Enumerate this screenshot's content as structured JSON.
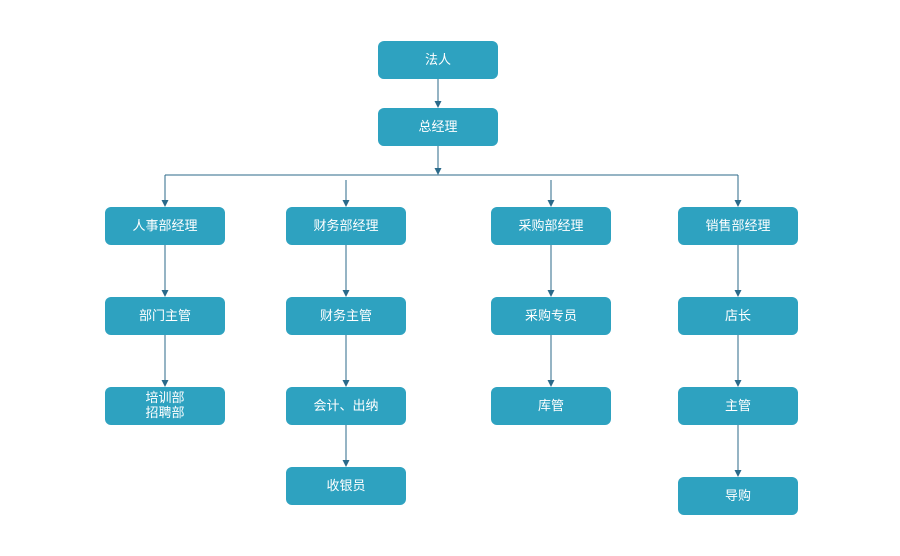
{
  "diagram": {
    "colors": {
      "node_fill": "#2ea2c0",
      "node_text": "#ffffff",
      "edge": "#2b6a8a"
    },
    "nodes": {
      "legal_person": "法人",
      "general_manager": "总经理",
      "hr_manager": "人事部经理",
      "finance_manager": "财务部经理",
      "purchasing_manager": "采购部经理",
      "sales_manager": "销售部经理",
      "dept_supervisor": "部门主管",
      "finance_supervisor": "财务主管",
      "purchasing_specialist": "采购专员",
      "store_manager": "店长",
      "training_recruiting": "培训部\n招聘部",
      "accountant_cashier": "会计、出纳",
      "warehouse": "库管",
      "supervisor": "主管",
      "cashier": "收银员",
      "shopping_guide": "导购"
    }
  }
}
